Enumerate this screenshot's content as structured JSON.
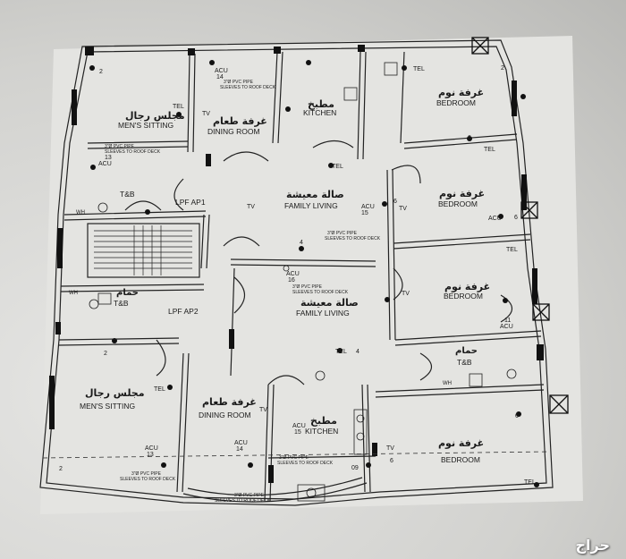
{
  "plan": {
    "rooms": {
      "men_sitting_top": {
        "ar": "مجلس رجال",
        "en": "MEN'S SITTING"
      },
      "dining_top": {
        "ar": "غرفة طعام",
        "en": "DINING ROOM"
      },
      "kitchen_top": {
        "ar": "مطبخ",
        "en": "KITCHEN"
      },
      "bedroom_1": {
        "ar": "غرفة نوم",
        "en": "BEDROOM"
      },
      "family_top": {
        "ar": "صالة معيشة",
        "en": "FAMILY LIVING"
      },
      "bedroom_2": {
        "ar": "غرفة نوم",
        "en": "BEDROOM"
      },
      "bedroom_3": {
        "ar": "غرفة نوم",
        "en": "BEDROOM"
      },
      "family_bottom": {
        "ar": "صالة معيشة",
        "en": "FAMILY LIVING"
      },
      "bath_bottom_right": {
        "ar": "حمام",
        "en": "T&B"
      },
      "men_sitting_bottom": {
        "ar": "مجلس رجال",
        "en": "MEN'S SITTING"
      },
      "dining_bottom": {
        "ar": "غرفة طعام",
        "en": "DINING ROOM"
      },
      "kitchen_bottom": {
        "ar": "مطبخ",
        "en": "KITCHEN"
      },
      "bedroom_4": {
        "ar": "غرفة نوم",
        "en": "BEDROOM"
      },
      "bath_top_left": {
        "en": "T&B"
      },
      "bath_mid_left": {
        "ar": "حمام",
        "en": "T&B"
      }
    },
    "panels": {
      "ap1": "LPF AP1",
      "ap2": "LPF AP2"
    },
    "pipe_notes": {
      "a1": "3\"Ø PVC PIPE",
      "a2": "SLEEVES TO ROOF DECK",
      "b1": "3\"Ø PVC PIPE",
      "b2": "SLEEVES TO ROOF DECK",
      "c1": "3\"Ø PVC PIPE",
      "c2": "SLEEVES TO ROOF DECK",
      "d1": "3\"Ø PVC PIPE",
      "d2": "SLEEVES TO ROOF DECK",
      "e1": "3\"Ø PVC PIPE",
      "e2": "SLEEVES TO ROOF DECK",
      "f1": "3\"Ø PVC PIPE",
      "f2": "SLEEVES TO ROOF DECK",
      "g1": "3\"Ø PVC PIPE",
      "g2": "SLEEVES TO ROOF DECK"
    },
    "symbols": {
      "acu": "ACU",
      "tel": "TEL",
      "tv": "TV",
      "wh": "WH",
      "n2": "2",
      "n4": "4",
      "n6": "6",
      "n11": "11",
      "n13": "13",
      "n14": "14",
      "n15": "15",
      "n16": "16",
      "n09": "09"
    }
  },
  "watermark": "حراج",
  "colors": {
    "ink": "#1f1f1f",
    "paper": "#e3e3e0",
    "shadow": "#b4b4b1"
  }
}
